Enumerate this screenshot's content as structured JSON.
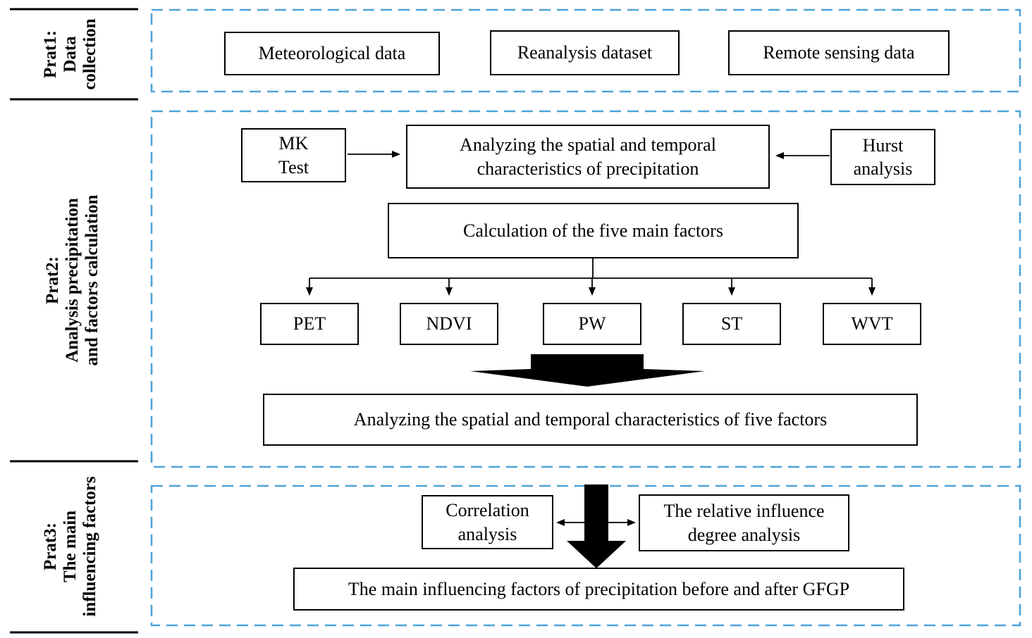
{
  "colors": {
    "dashed_border": "#4ea3d9",
    "box_border": "#000000",
    "arrow": "#000000",
    "background": "#ffffff"
  },
  "sections": {
    "part1": {
      "label": "Prat1:\nData\ncollection",
      "boxes": {
        "meteorological": "Meteorological data",
        "reanalysis": "Reanalysis dataset",
        "remote_sensing": "Remote sensing data"
      }
    },
    "part2": {
      "label": "Prat2:\nAnalysis precipitation\nand factors calculation",
      "boxes": {
        "mk_test": "MK\nTest",
        "analyzing_precipitation": "Analyzing the spatial and temporal characteristics of precipitation",
        "hurst": "Hurst\nanalysis",
        "calculation": "Calculation of the five main factors",
        "factors": [
          "PET",
          "NDVI",
          "PW",
          "ST",
          "WVT"
        ],
        "analyzing_five_factors": "Analyzing the spatial and temporal characteristics of five factors"
      }
    },
    "part3": {
      "label": "Prat3:\nThe main\ninfluencing factors",
      "boxes": {
        "correlation": "Correlation\nanalysis",
        "relative_influence": "The relative influence\ndegree analysis",
        "main_factors": "The main influencing factors of precipitation before and after GFGP"
      }
    }
  }
}
